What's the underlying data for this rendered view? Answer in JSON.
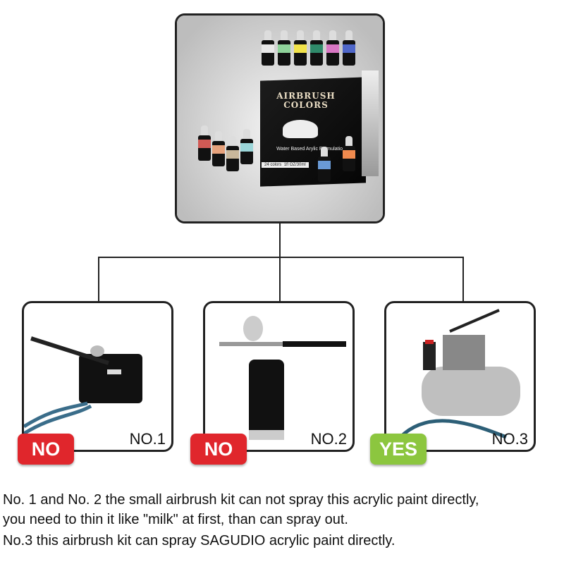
{
  "product": {
    "brand_text": "AIRBRUSH COLORS",
    "subtitle": "Water Based Arylic Formulation",
    "count_text": "24 colors",
    "volume_text": "1fl OZ/30ml",
    "bottle_colors": [
      "#e9e9e9",
      "#8fd39a",
      "#f1e24a",
      "#2f8a6a",
      "#d977c4",
      "#4f67c9",
      "#d05a55",
      "#e7a27c",
      "#c9b79b",
      "#9bd6d9",
      "#6a9ad6",
      "#f08a4e"
    ]
  },
  "options": [
    {
      "label": "NO.1",
      "verdict": "NO",
      "color": "#e0262c"
    },
    {
      "label": "NO.2",
      "verdict": "NO",
      "color": "#e0262c"
    },
    {
      "label": "NO.3",
      "verdict": "YES",
      "color": "#8cc63f"
    }
  ],
  "caption": {
    "line1": "No. 1 and No. 2 the small airbrush kit can not spray this acrylic paint directly,",
    "line2": "you need to thin it like \"milk\" at first, than can spray out.",
    "line3": "No.3 this airbrush kit can spray SAGUDIO acrylic paint directly."
  }
}
